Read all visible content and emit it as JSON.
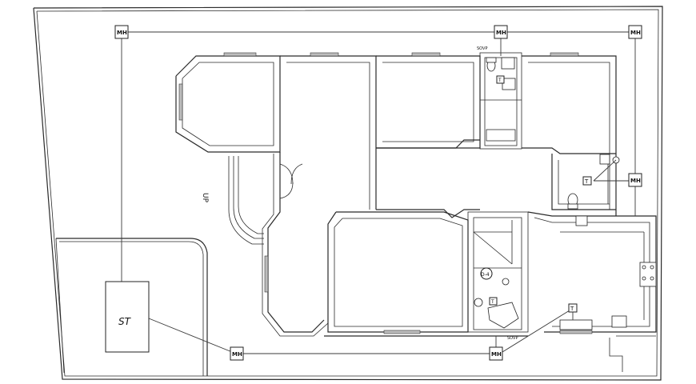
{
  "plan": {
    "manholes": [
      {
        "id": "mh-top-left",
        "label": "MH"
      },
      {
        "id": "mh-top-center",
        "label": "MH"
      },
      {
        "id": "mh-top-right",
        "label": "MH"
      },
      {
        "id": "mh-right",
        "label": "MH"
      },
      {
        "id": "mh-bottom-left",
        "label": "MH"
      },
      {
        "id": "mh-bottom-right",
        "label": "MH"
      }
    ],
    "septic_tank_label": "ST",
    "stair_label": "UP",
    "trap_labels": {
      "t1": "T",
      "t2": "T",
      "t3": "T",
      "t4": "T"
    },
    "drain_label": "D-4",
    "pipe_size_labels": {
      "top": "SOVP",
      "bottom": "SOVP"
    }
  }
}
